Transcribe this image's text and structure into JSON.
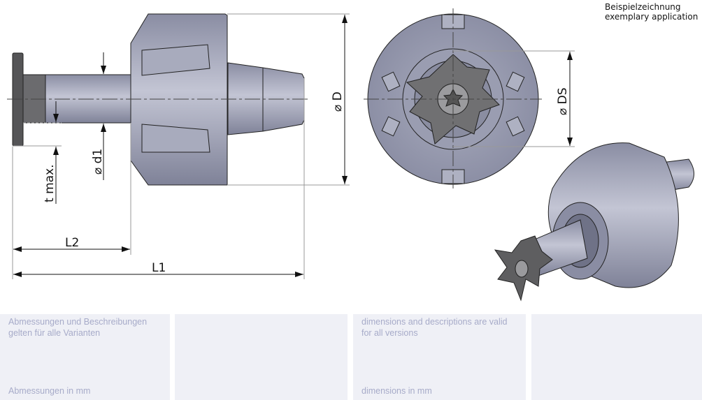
{
  "caption": {
    "line1": "Beispielzeichnung",
    "line2": "exemplary application"
  },
  "dimensions": {
    "D": "⌀ D",
    "d1": "⌀ d1",
    "t_max": "t max.",
    "L1": "L1",
    "L2": "L2",
    "DS": "⌀ DS"
  },
  "panels": [
    {
      "top": "Abmessungen und Beschreibungen gelten für alle Varianten",
      "bottom": "Abmessungen in mm"
    },
    {
      "top": "",
      "bottom": ""
    },
    {
      "top": "dimensions and descriptions are valid for all versions",
      "bottom": "dimensions in mm"
    },
    {
      "top": "",
      "bottom": ""
    }
  ],
  "colors": {
    "body": "#9a9db2",
    "cutter": "#5c5c5e",
    "panel_bg": "#eff0f6",
    "panel_text": "#a7abc9"
  }
}
